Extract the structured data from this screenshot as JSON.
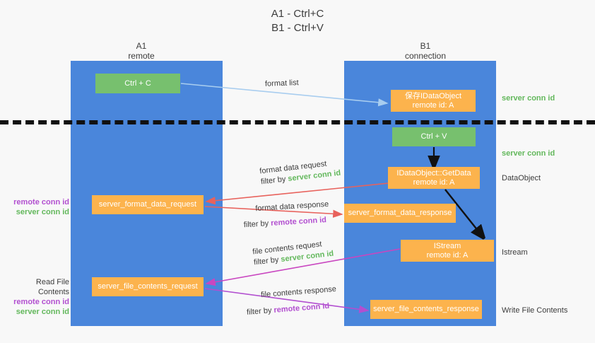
{
  "title": {
    "line1": "A1 - Ctrl+C",
    "line2": "B1 - Ctrl+V"
  },
  "columns": {
    "left": {
      "name": "A1",
      "sub": "remote"
    },
    "right": {
      "name": "B1",
      "sub": "connection"
    }
  },
  "boxes": {
    "ctrl_c": "Ctrl + C",
    "ctrl_v": "Ctrl + V",
    "idataobject_line1": "保存IDataObject",
    "idataobject_line2": "remote id: A",
    "getdata_line1": "IDataObject::GetData",
    "getdata_line2": "remote id: A",
    "istream_line1": "IStream",
    "istream_line2": "remote id: A",
    "server_format_data_request": "server_format_data_request",
    "server_format_data_response": "server_format_data_response",
    "server_file_contents_request": "server_file_contents_request",
    "server_file_contents_response": "server_file_contents_response"
  },
  "arrow_labels": {
    "format_list": "format list",
    "format_data_request": "format data request",
    "format_data_request_filter_prefix": "filter by ",
    "format_data_request_filter_value": "server conn id",
    "format_data_response": "format data response",
    "format_data_response_filter_prefix": "filter by ",
    "format_data_response_filter_value": "remote conn id",
    "file_contents_request": "file contents request",
    "file_contents_request_filter_prefix": "filter by ",
    "file_contents_request_filter_value": "server conn id",
    "file_contents_response": "file contents response",
    "file_contents_response_filter_prefix": "filter by ",
    "file_contents_response_filter_value": "remote conn id"
  },
  "right_annotations": {
    "server_conn_id_top": "server conn id",
    "server_conn_id_mid": "server conn id",
    "dataobject": "DataObject",
    "istream": "Istream",
    "write_file_contents": "Write File Contents"
  },
  "left_annotations": {
    "remote_conn_id_1": "remote conn id",
    "server_conn_id_1": "server conn id",
    "read_file_contents": "Read File Contents",
    "remote_conn_id_2": "remote conn id",
    "server_conn_id_2": "server conn id"
  },
  "colors": {
    "background": "#f8f8f8",
    "lane_blue": "#4a86db",
    "box_green": "#77c06e",
    "box_orange": "#fcb34d",
    "green_text": "#63b85c",
    "purple_text": "#b24fd0",
    "light_blue_arrow": "#a8cdef",
    "red_arrow": "#e8625c",
    "magenta_arrow": "#c946c0",
    "purple_arrow": "#b24fd0",
    "black_arrow": "#111111",
    "divider": "#111111"
  }
}
